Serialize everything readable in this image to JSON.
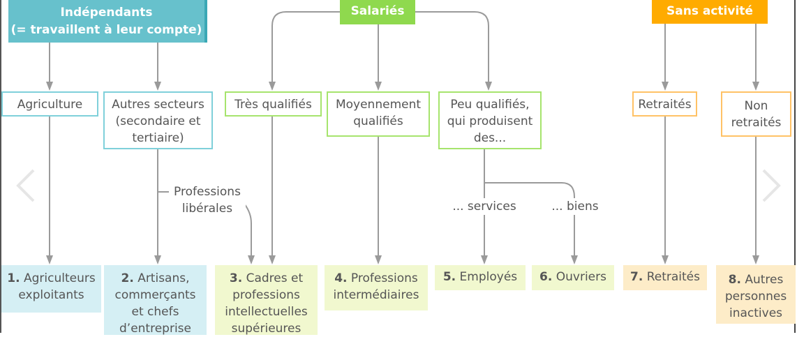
{
  "colors": {
    "independants": "#67c1cc",
    "salaries": "#8fd94e",
    "sans_activite": "#ffab00",
    "arrow": "#9a9a9a"
  },
  "top": {
    "independants": "Indépendants\n(= travaillent à leur compte)",
    "salaries": "Salariés",
    "sans_activite": "Sans activité"
  },
  "level2": {
    "agriculture": "Agriculture",
    "autres_secteurs": "Autres secteurs (secondaire et tertiaire)",
    "tres_qualifies": "Très qualifiés",
    "moyennement": "Moyennement qualifiés",
    "peu_qualifies": "Peu qualifiés, qui produisent des...",
    "retraites": "Retraités",
    "non_retraites": "Non retraités"
  },
  "labels": {
    "professions_liberales": "Professions libérales",
    "services": "... services",
    "biens": "... biens"
  },
  "categories": [
    {
      "num": "1.",
      "label": "Agriculteurs exploitants"
    },
    {
      "num": "2.",
      "label": "Artisans, commerçants et chefs d’entreprise"
    },
    {
      "num": "3.",
      "label": "Cadres et professions intellectuelles supérieures"
    },
    {
      "num": "4.",
      "label": "Professions intermédiaires"
    },
    {
      "num": "5.",
      "label": "Employés"
    },
    {
      "num": "6.",
      "label": "Ouvriers"
    },
    {
      "num": "7.",
      "label": "Retraités"
    },
    {
      "num": "8.",
      "label": "Autres personnes inactives"
    }
  ],
  "nav": {
    "prev": "chevron-left-icon",
    "next": "chevron-right-icon"
  }
}
